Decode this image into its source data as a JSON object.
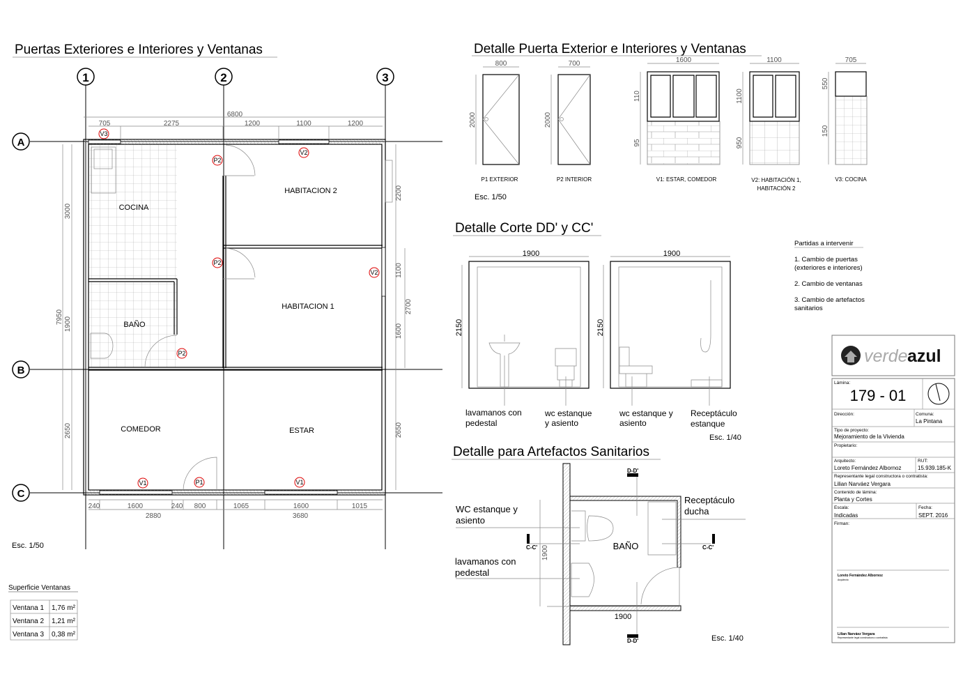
{
  "titles": {
    "plan": "Puertas Exteriores e Interiores y Ventanas",
    "detail_doors": "Detalle Puerta Exterior e Interiores y Ventanas",
    "section": "Detalle Corte DD' y CC'",
    "sanitary": "Detalle para Artefactos Sanitarios"
  },
  "plan": {
    "axes": [
      "1",
      "2",
      "3",
      "A",
      "B",
      "C"
    ],
    "rooms": [
      "COCINA",
      "BAÑO",
      "HABITACION 2",
      "HABITACION 1",
      "COMEDOR",
      "ESTAR"
    ],
    "tags": [
      "V3",
      "V2",
      "P2",
      "P2",
      "V2",
      "P2",
      "V1",
      "P1",
      "V1"
    ],
    "dims_top": [
      "6800",
      "705",
      "2275",
      "1200",
      "1100",
      "1200"
    ],
    "dims_bottom": [
      "240",
      "1600",
      "240",
      "800",
      "1065",
      "1600",
      "1015",
      "2880",
      "3680"
    ],
    "dims_left": [
      "3000",
      "1900",
      "2650",
      "7950"
    ],
    "dims_right": [
      "2200",
      "1100",
      "1600",
      "2700",
      "2650"
    ],
    "scale": "Esc. 1/50"
  },
  "superficie": {
    "title": "Superficie Ventanas",
    "rows": [
      [
        "Ventana 1",
        "1,76 m²"
      ],
      [
        "Ventana 2",
        "1,21 m²"
      ],
      [
        "Ventana 3",
        "0,38 m²"
      ]
    ]
  },
  "details": {
    "items": [
      {
        "label": "P1 EXTERIOR",
        "width": "800",
        "height": "2000"
      },
      {
        "label": "P2 INTERIOR",
        "width": "700",
        "height": "2000"
      },
      {
        "label": "V1: ESTAR, COMEDOR",
        "width": "1600",
        "h1": "110",
        "h2": "95"
      },
      {
        "label": "V2: HABITACIÓN 1,",
        "label2": "HABITACIÓN 2",
        "width": "1100",
        "h1": "1100",
        "h2": "950"
      },
      {
        "label": "V3: COCINA",
        "width": "705",
        "h1": "550",
        "h2": "150"
      }
    ],
    "scale": "Esc. 1/50"
  },
  "section": {
    "width1": "1900",
    "height1": "2150",
    "width2": "1900",
    "height2": "2150",
    "labels": [
      "lavamanos con",
      "pedestal",
      "wc estanque",
      "y asiento",
      "wc estanque y",
      "asiento",
      "Receptáculo",
      "estanque"
    ],
    "scale": "Esc. 1/40"
  },
  "sanitary": {
    "labels": [
      "WC estanque y",
      "asiento",
      "lavamanos con",
      "pedestal",
      "Receptáculo",
      "ducha",
      "BAÑO"
    ],
    "cuts": [
      "D-D'",
      "D-D'",
      "C-C'",
      "C-C'"
    ],
    "dims": [
      "1900",
      "1900"
    ],
    "scale": "Esc. 1/40"
  },
  "partidas": {
    "title": "Partidas a intervenir",
    "lines": [
      "1. Cambio de puertas",
      "(exteriores e interiores)",
      "2. Cambio de ventanas",
      "3. Cambio de artefactos",
      "sanitarios"
    ]
  },
  "titleblock": {
    "logo_a": "verde",
    "logo_b": "azul",
    "lamina_label": "Lámina:",
    "lamina": "179 - 01",
    "direccion_label": "Dirección:",
    "comuna_label": "Comuna:",
    "comuna": "La Pintana",
    "tipo_label": "Tipo de proyecto:",
    "tipo": "Mejoramiento de la Vivienda",
    "propietario_label": "Propietario:",
    "arquitecto_label": "Arquitecto:",
    "arquitecto": "Loreto Fernández Albornoz",
    "rut_label": "RUT:",
    "rut": "15.939.185-K",
    "rep_label": "Representante legal constructora o contratista:",
    "rep": "Lilian Narváez Vergara",
    "contenido_label": "Contenido de lámina:",
    "contenido": "Planta y Cortes",
    "escala_label": "Escala:",
    "escala": "Indicadas",
    "fecha_label": "Fecha:",
    "fecha": "SEPT. 2016",
    "firman_label": "Firman:",
    "sig1": "Loreto Fernández Albornoz",
    "sig1_role": "Arquitecto",
    "sig2": "Lilian Narváez Vergara",
    "sig2_role": "Representante legal constructora o contratista"
  }
}
